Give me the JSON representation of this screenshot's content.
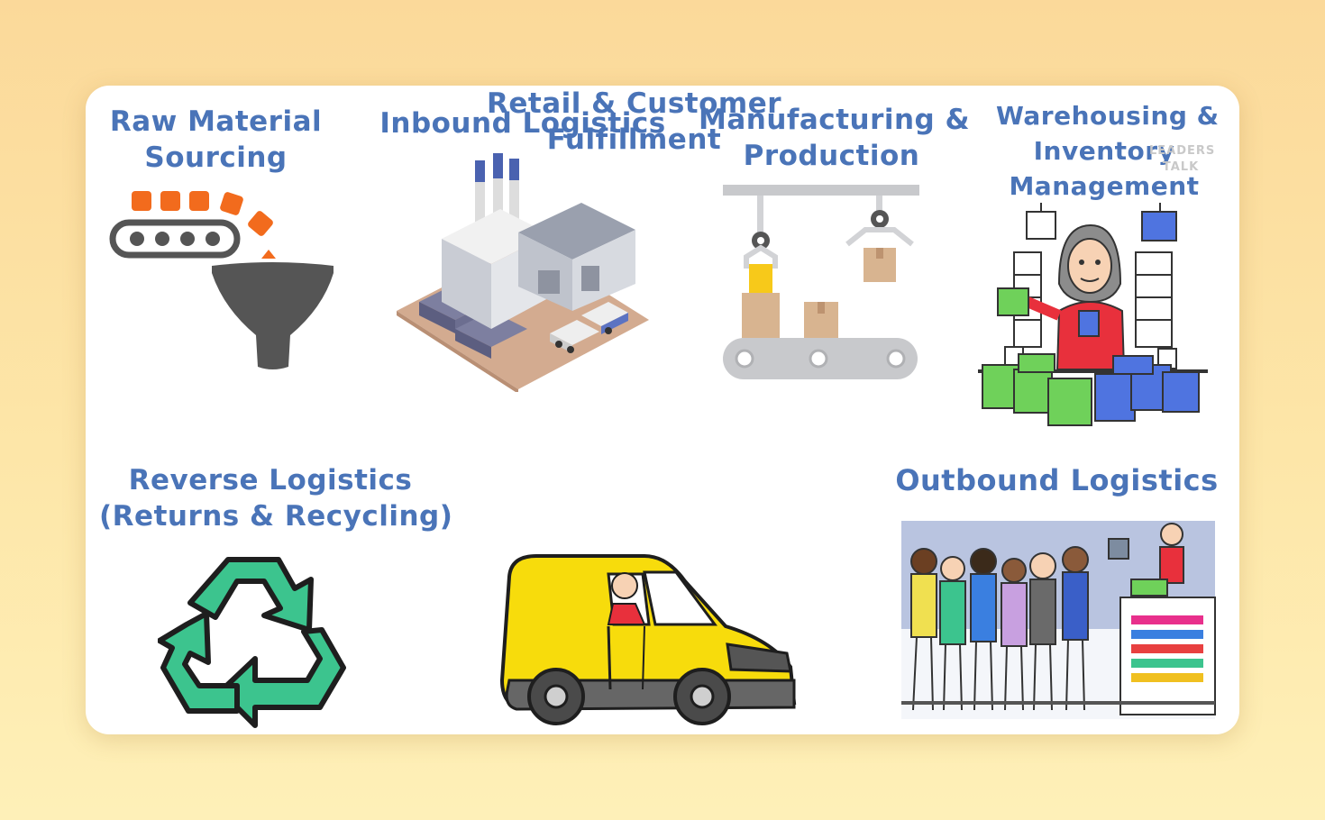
{
  "stages": {
    "raw_material": {
      "line1": "Raw Material",
      "line2": "Sourcing"
    },
    "inbound": {
      "line1": "Inbound Logistics"
    },
    "manufacturing": {
      "line1": "Manufacturing &",
      "line2": "Production"
    },
    "warehousing": {
      "line1": "Warehousing &",
      "line2": "Inventory",
      "line3": "Management"
    },
    "reverse": {
      "line1": "Reverse Logistics",
      "line2": "(Returns & Recycling)"
    },
    "retail": {
      "line1": "Retail & Customer",
      "line2": "Fulfillment"
    },
    "outbound": {
      "line1": "Outbound Logistics"
    }
  },
  "watermark": {
    "line1": "LEADERS",
    "line2": "TALK"
  },
  "icons": {
    "raw_material": "conveyor-funnel-icon",
    "inbound": "factory-icon",
    "manufacturing": "assembly-line-icon",
    "warehousing": "warehouse-worker-icon",
    "reverse": "recycle-icon",
    "retail": "delivery-van-icon",
    "outbound": "store-checkout-queue-icon"
  },
  "colors": {
    "title": "#4a74b8",
    "orange": "#f26b1d",
    "green": "#3cc48e",
    "yellow": "#f7dc0c",
    "gray": "#555555"
  }
}
